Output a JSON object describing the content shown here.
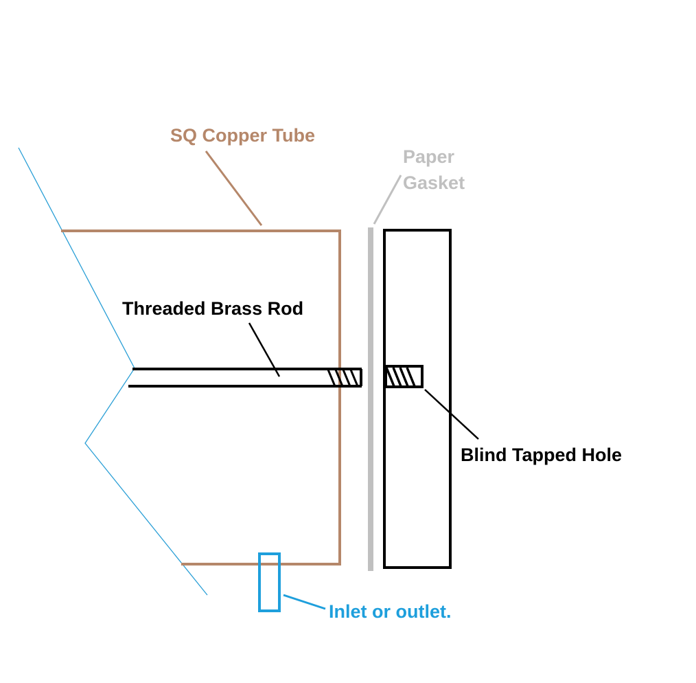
{
  "labels": {
    "copper_tube": "SQ Copper Tube",
    "gasket_line1": "Paper",
    "gasket_line2": "Gasket",
    "rod": "Threaded Brass Rod",
    "tapped_hole": "Blind Tapped Hole",
    "port": "Inlet or outlet."
  },
  "colors": {
    "copper": "#b5876a",
    "gasket": "#c0c0c0",
    "port": "#1e9fdc",
    "break_line": "#2a9fd6",
    "ink": "#000000"
  }
}
